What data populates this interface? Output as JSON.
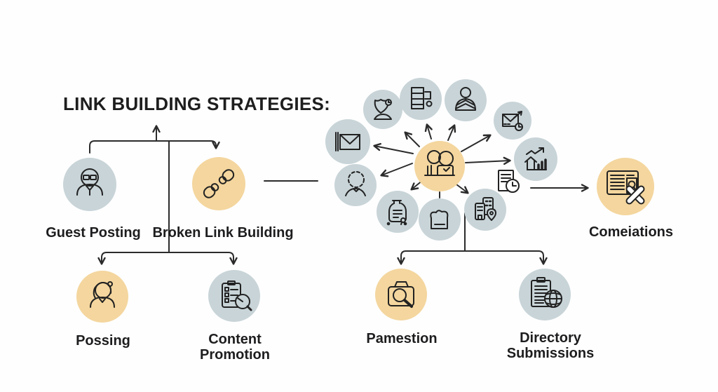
{
  "title": "LINK BUILDING STRATEGIES:",
  "colors": {
    "background": "#fefefe",
    "accent_yellow": "#f4d69e",
    "accent_blue_gray": "#c8d4d8",
    "connector_line": "#2b2b2b",
    "icon_stroke": "#222222",
    "text": "#1d1d1f"
  },
  "nodes": {
    "guest_posting": {
      "label": "Guest Posting",
      "icon": "man-with-glasses-icon",
      "color": "#c8d4d8"
    },
    "broken_link_building": {
      "label": "Broken Link Building",
      "icon": "broken-chain-icon",
      "color": "#f4d69e"
    },
    "possing": {
      "label": "Possing",
      "icon": "woman-icon",
      "color": "#f4d69e"
    },
    "content_promotion": {
      "lines": [
        "Content",
        "Promotion"
      ],
      "icon": "checklist-gauge-icon",
      "color": "#c8d4d8"
    },
    "pamestion": {
      "label": "Pamestion",
      "icon": "camera-search-icon",
      "color": "#f4d69e"
    },
    "directory_submissions": {
      "lines": [
        "Directory",
        "Submissions"
      ],
      "icon": "clipboard-globe-icon",
      "color": "#c8d4d8"
    },
    "comeiations": {
      "label": "Comeiations",
      "icon": "document-crossed-pencils-icon",
      "color": "#f4d69e"
    }
  },
  "hub": {
    "icon": "two-people-icon",
    "color": "#f4d69e",
    "floating_icon": "document-clock-icon",
    "satellites": [
      {
        "icon": "shield-person-icon",
        "color": "#c8d4d8"
      },
      {
        "icon": "store-building-icon",
        "color": "#c8d4d8"
      },
      {
        "icon": "person-sweater-icon",
        "color": "#c8d4d8"
      },
      {
        "icon": "email-send-clock-icon",
        "color": "#c8d4d8"
      },
      {
        "icon": "house-bars-growth-icon",
        "color": "#c8d4d8"
      },
      {
        "icon": "framed-envelope-icon",
        "color": "#c8d4d8"
      },
      {
        "icon": "anonymous-person-icon",
        "color": "#c8d4d8"
      },
      {
        "icon": "certificate-document-icon",
        "color": "#c8d4d8"
      },
      {
        "icon": "shirt-icon",
        "color": "#c8d4d8"
      },
      {
        "icon": "buildings-location-pin-icon",
        "color": "#c8d4d8"
      }
    ]
  }
}
